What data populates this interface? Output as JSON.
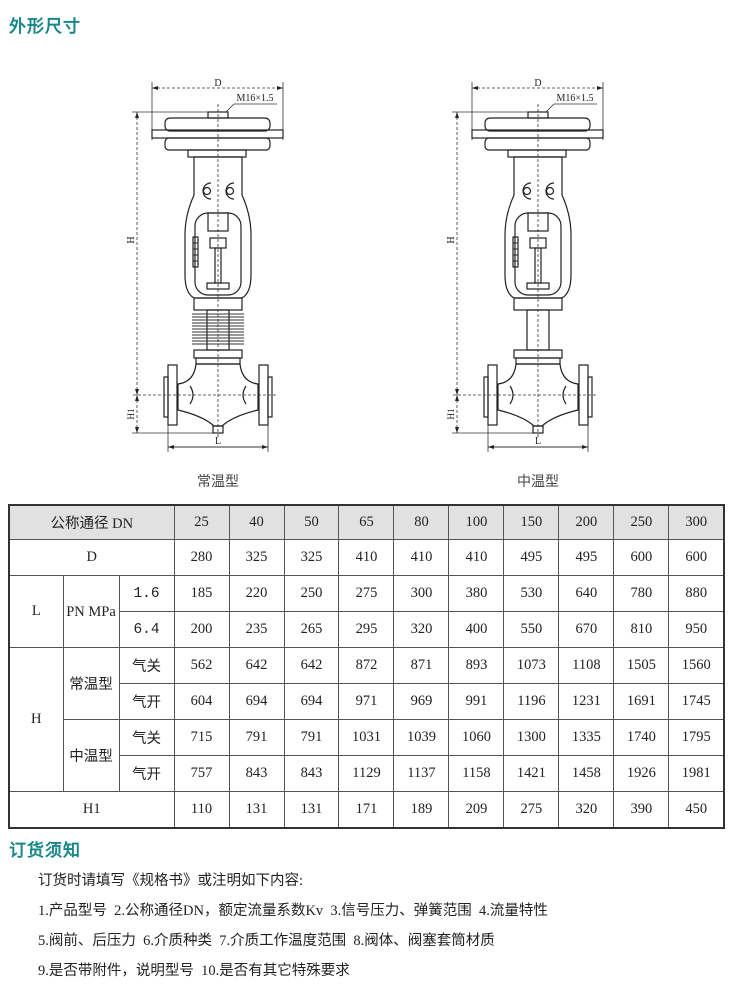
{
  "section1_title": "外形尺寸",
  "drawings": [
    {
      "caption": "常温型",
      "dim_D": "D",
      "dim_H": "H",
      "dim_H1": "H1",
      "dim_L": "L",
      "thread": "M16×1.5",
      "bellows": true
    },
    {
      "caption": "中温型",
      "dim_D": "D",
      "dim_H": "H",
      "dim_H1": "H1",
      "dim_L": "L",
      "thread": "M16×1.5",
      "bellows": false
    }
  ],
  "table": {
    "header_label": "公称通径 DN",
    "dn": [
      "25",
      "40",
      "50",
      "65",
      "80",
      "100",
      "150",
      "200",
      "250",
      "300"
    ],
    "d_label": "D",
    "l_label": "L",
    "pn_label": "PN MPa",
    "h_label": "H",
    "normal_label": "常温型",
    "medium_label": "中温型",
    "air_close": "气关",
    "air_open": "气开",
    "h1_label": "H1",
    "rows": {
      "D": [
        "280",
        "325",
        "325",
        "410",
        "410",
        "410",
        "495",
        "495",
        "600",
        "600"
      ],
      "L_1_6": {
        "label": "1.6",
        "values": [
          "185",
          "220",
          "250",
          "275",
          "300",
          "380",
          "530",
          "640",
          "780",
          "880"
        ]
      },
      "L_6_4": {
        "label": "6.4",
        "values": [
          "200",
          "235",
          "265",
          "295",
          "320",
          "400",
          "550",
          "670",
          "810",
          "950"
        ]
      },
      "H_normal_close": [
        "562",
        "642",
        "642",
        "872",
        "871",
        "893",
        "1073",
        "1108",
        "1505",
        "1560"
      ],
      "H_normal_open": [
        "604",
        "694",
        "694",
        "971",
        "969",
        "991",
        "1196",
        "1231",
        "1691",
        "1745"
      ],
      "H_medium_close": [
        "715",
        "791",
        "791",
        "1031",
        "1039",
        "1060",
        "1300",
        "1335",
        "1740",
        "1795"
      ],
      "H_medium_open": [
        "757",
        "843",
        "843",
        "1129",
        "1137",
        "1158",
        "1421",
        "1458",
        "1926",
        "1981"
      ],
      "H1": [
        "110",
        "131",
        "131",
        "171",
        "189",
        "209",
        "275",
        "320",
        "390",
        "450"
      ]
    }
  },
  "section2_title": "订货须知",
  "order_lines": [
    "订货时请填写《规格书》或注明如下内容:",
    "1.产品型号  2.公称通径DN，额定流量系数Kv  3.信号压力、弹簧范围  4.流量特性",
    "5.阀前、后压力  6.介质种类  7.介质工作温度范围  8.阀体、阀塞套筒材质",
    "9.是否带附件，说明型号  10.是否有其它特殊要求"
  ]
}
